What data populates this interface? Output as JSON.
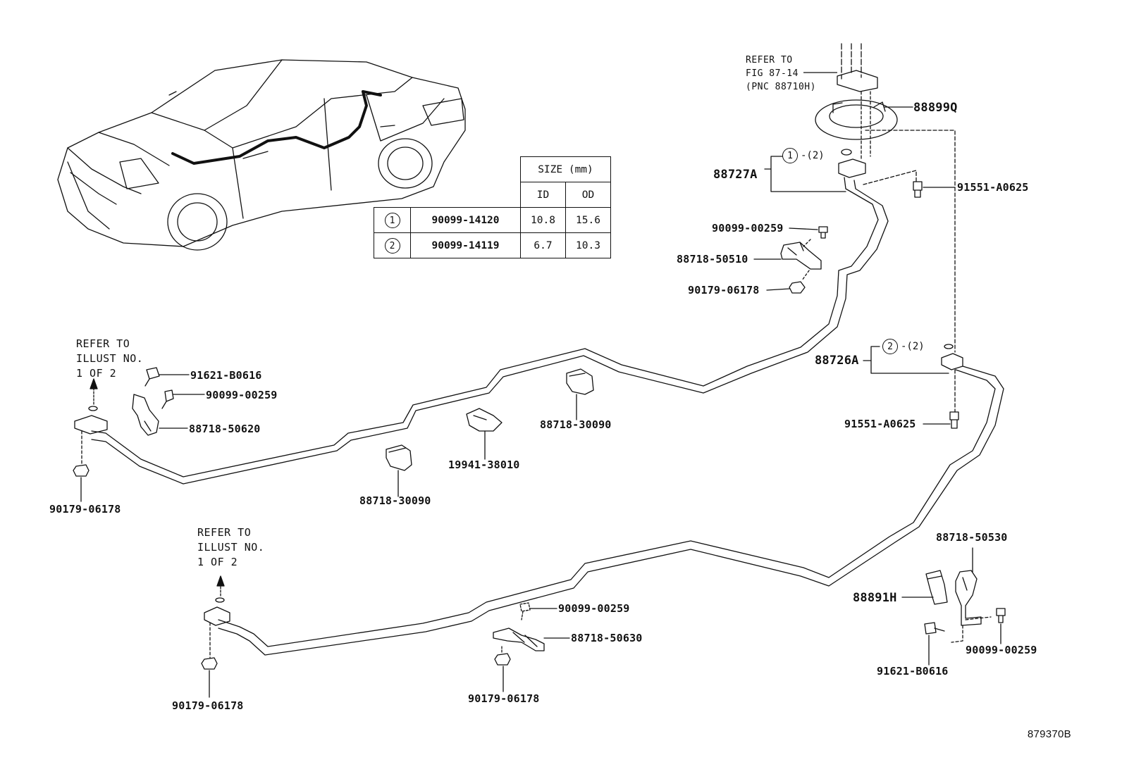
{
  "table": {
    "header": "SIZE (mm)",
    "col_id": "ID",
    "col_od": "OD",
    "rows": [
      {
        "mark": "1",
        "part": "90099-14120",
        "id": "10.8",
        "od": "15.6"
      },
      {
        "mark": "2",
        "part": "90099-14119",
        "id": "6.7",
        "od": "10.3"
      }
    ]
  },
  "refer_top": "REFER TO\nFIG 87-14\n(PNC 88710H)",
  "refer_left_top": "REFER TO\nILLUST NO.\n1 OF 2",
  "refer_left_bottom": "REFER TO\nILLUST NO.\n1 OF 2",
  "labels": {
    "p88899Q": "88899Q",
    "p88727A": "88727A",
    "m1": "1",
    "m1_qty": "-(2)",
    "p91551_top": "91551-A0625",
    "p90099_00259_a": "90099-00259",
    "p88718_50510": "88718-50510",
    "p90179_06178_a": "90179-06178",
    "p88726A": "88726A",
    "m2": "2",
    "m2_qty": "-(2)",
    "p91551_mid": "91551-A0625",
    "p91621_B0616_a": "91621-B0616",
    "p90099_00259_b": "90099-00259",
    "p88718_50620": "88718-50620",
    "p90179_06178_b": "90179-06178",
    "p88718_30090_a": "88718-30090",
    "p19941_38010": "19941-38010",
    "p88718_30090_b": "88718-30090",
    "p88718_50530": "88718-50530",
    "p88891H": "88891H",
    "p90099_00259_c": "90099-00259",
    "p91621_B0616_b": "91621-B0616",
    "p90099_00259_d": "90099-00259",
    "p88718_50630": "88718-50630",
    "p90179_06178_c": "90179-06178",
    "p90179_06178_d": "90179-06178"
  },
  "figure_id": "879370B"
}
